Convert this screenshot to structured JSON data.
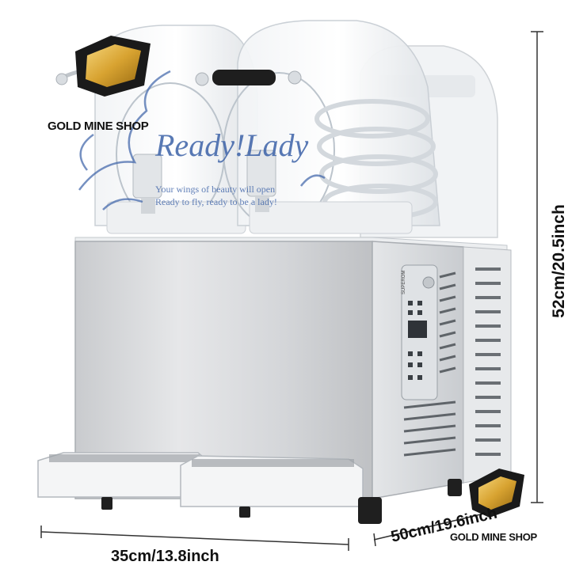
{
  "dimensions": {
    "height_label": "52cm/20.5inch",
    "width_label": "35cm/13.8inch",
    "depth_label": "50cm/19.6inch"
  },
  "shop": {
    "name_top": "GOLD MINE SHOP",
    "name_bottom": "GOLD MINE SHOP"
  },
  "watermark": {
    "title": "Ready!Lady",
    "line1": "Your wings of beauty will open",
    "line2": "Ready to fly, ready to be a lady!"
  },
  "control_panel": {
    "brand": "SUPEROM"
  },
  "colors": {
    "gold": "#d8a331",
    "watermark_blue": "#3c62a8",
    "steel": "#d9dadc"
  }
}
